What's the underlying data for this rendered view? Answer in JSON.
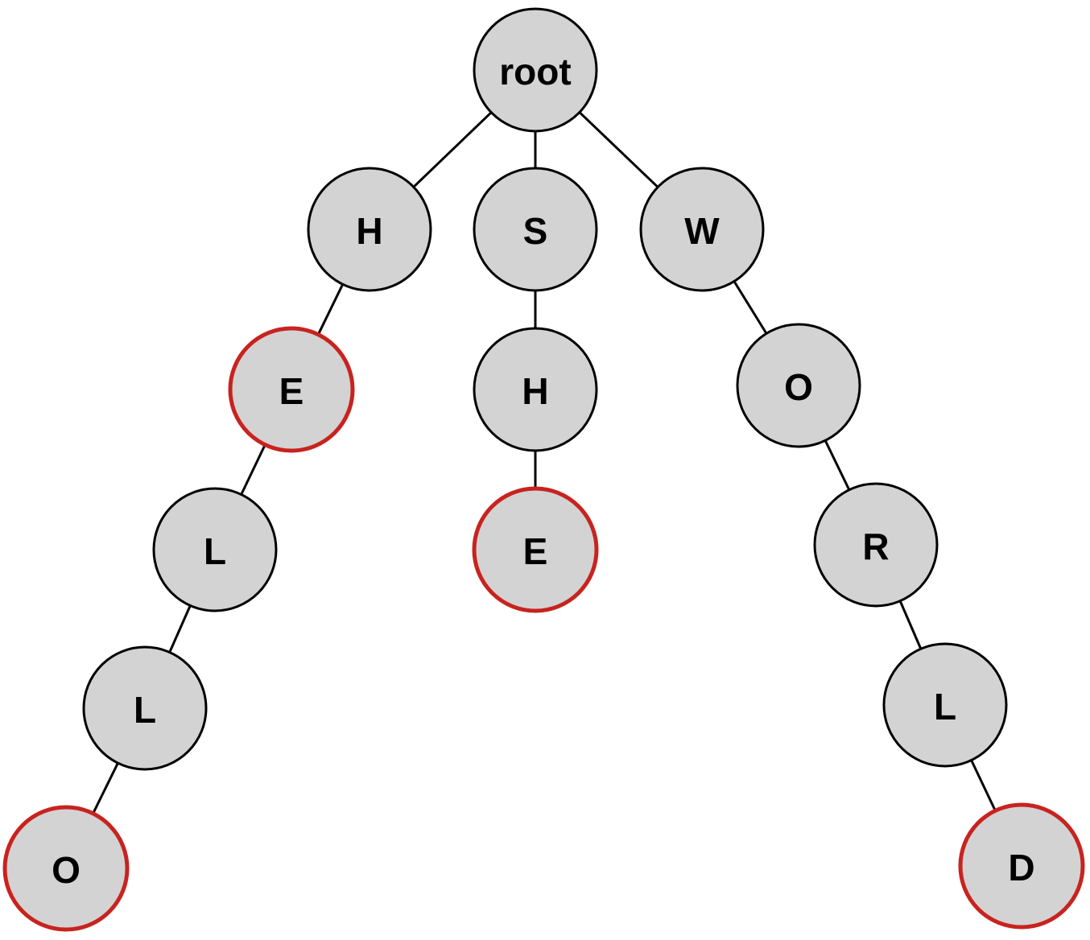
{
  "diagram": {
    "colors": {
      "node_fill": "#d3d3d3",
      "node_border": "#000000",
      "terminal_border": "#c8231f",
      "edge": "#000000",
      "label": "#000000"
    },
    "nodes": [
      {
        "id": "root",
        "label": "root",
        "terminal": false
      },
      {
        "id": "h1",
        "label": "H",
        "terminal": false
      },
      {
        "id": "s1",
        "label": "S",
        "terminal": false
      },
      {
        "id": "w1",
        "label": "W",
        "terminal": false
      },
      {
        "id": "e1",
        "label": "E",
        "terminal": true
      },
      {
        "id": "h2",
        "label": "H",
        "terminal": false
      },
      {
        "id": "o1",
        "label": "O",
        "terminal": false
      },
      {
        "id": "l1",
        "label": "L",
        "terminal": false
      },
      {
        "id": "e2",
        "label": "E",
        "terminal": true
      },
      {
        "id": "r1",
        "label": "R",
        "terminal": false
      },
      {
        "id": "l2",
        "label": "L",
        "terminal": false
      },
      {
        "id": "l3",
        "label": "L",
        "terminal": false
      },
      {
        "id": "o2",
        "label": "O",
        "terminal": true
      },
      {
        "id": "d1",
        "label": "D",
        "terminal": true
      }
    ],
    "edges": [
      [
        "root",
        "h1"
      ],
      [
        "root",
        "s1"
      ],
      [
        "root",
        "w1"
      ],
      [
        "h1",
        "e1"
      ],
      [
        "e1",
        "l1"
      ],
      [
        "l1",
        "l2"
      ],
      [
        "l2",
        "o2"
      ],
      [
        "s1",
        "h2"
      ],
      [
        "h2",
        "e2"
      ],
      [
        "w1",
        "o1"
      ],
      [
        "o1",
        "r1"
      ],
      [
        "r1",
        "l3"
      ],
      [
        "l3",
        "d1"
      ]
    ]
  }
}
